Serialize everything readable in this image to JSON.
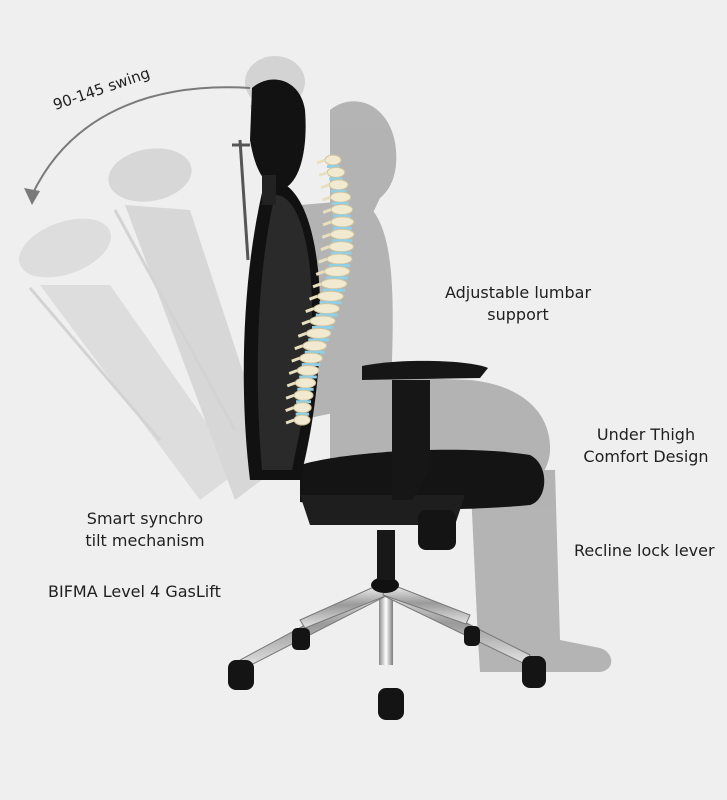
{
  "annotations": {
    "swing": "90-145 swing",
    "lumbar_line1": "Adjustable lumbar",
    "lumbar_line2": "support",
    "thigh_line1": "Under Thigh",
    "thigh_line2": "Comfort Design",
    "synchro_line1": "Smart synchro",
    "synchro_line2": "tilt mechanism",
    "gaslift": "BIFMA Level 4 GasLift",
    "recline": "Recline lock lever"
  },
  "colors": {
    "background": "#efefef",
    "chair": "#141414",
    "ghost": "#c9c9c9",
    "figure": "#a5a5a5",
    "chrome": "#d8d8d8",
    "spine": "#f2ead0",
    "disc": "#8fd0e8"
  }
}
